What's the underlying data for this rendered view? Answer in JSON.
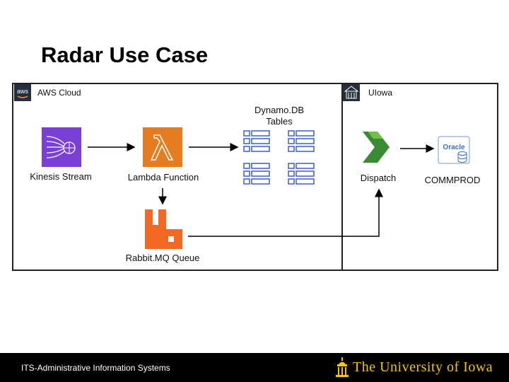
{
  "slide": {
    "title": "Radar Use Case"
  },
  "aws_panel": {
    "label": "AWS Cloud",
    "badge_text": "aws"
  },
  "uiowa_panel": {
    "label": "UIowa"
  },
  "nodes": {
    "kinesis": {
      "label": "Kinesis Stream",
      "icon": "kinesis-stream-icon",
      "color": "#7a3fd6"
    },
    "lambda": {
      "label": "Lambda Function",
      "icon": "lambda-icon",
      "color": "#e57c1f"
    },
    "dynamodb": {
      "label": "Dynamo.DB\nTables",
      "icon": "dynamodb-table-icon",
      "color": "#3b5fc7"
    },
    "rabbitmq": {
      "label": "Rabbit.MQ Queue",
      "icon": "rabbitmq-icon",
      "color": "#f26822"
    },
    "dispatch": {
      "label": "Dispatch",
      "icon": "dispatch-icon",
      "color": "#3a8a34"
    },
    "commprod": {
      "label": "COMMPROD",
      "icon": "oracle-database-icon",
      "oracle_text": "Oracle",
      "color": "#3b6fc7"
    }
  },
  "footer": {
    "text": "ITS-Administrative Information Systems",
    "university": "The University of Iowa",
    "university_color": "#f3c500"
  }
}
